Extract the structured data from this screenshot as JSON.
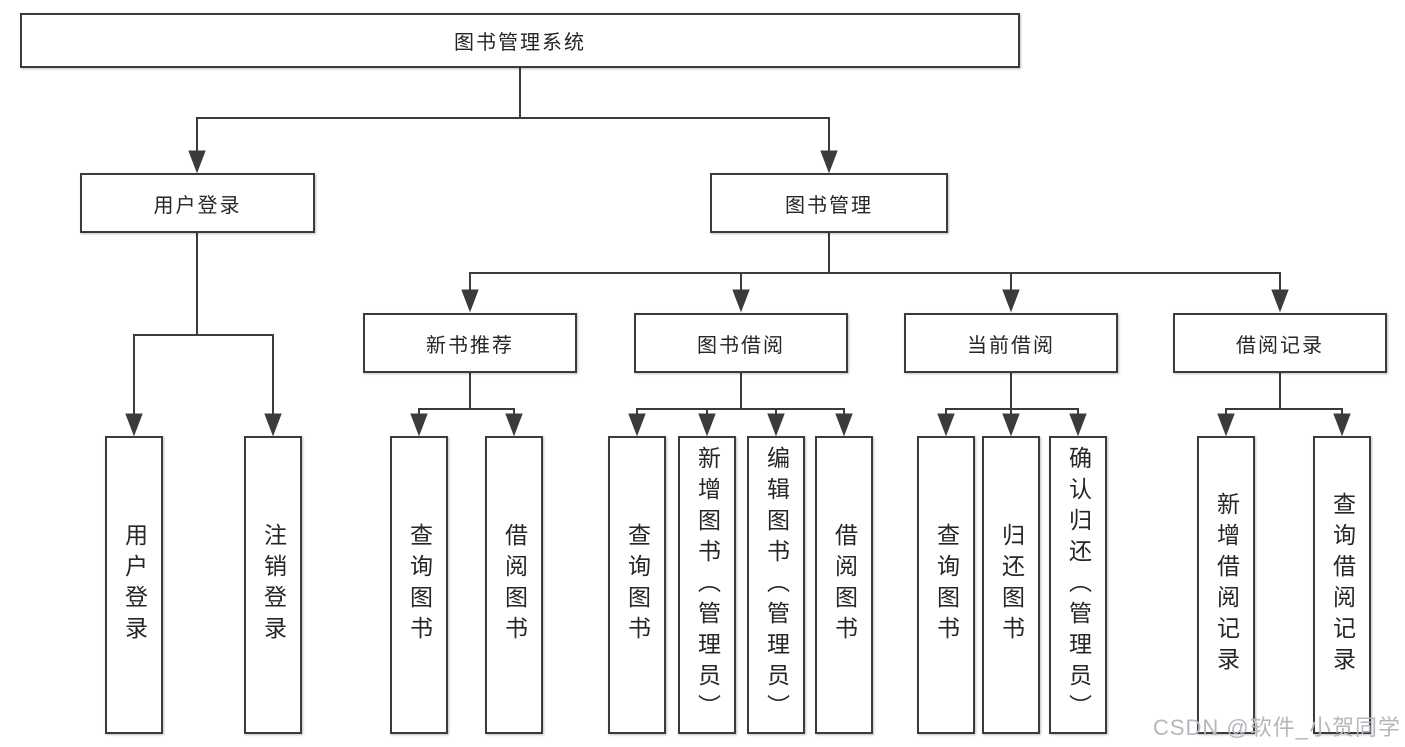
{
  "diagram": {
    "root": {
      "label": "图书管理系统"
    },
    "branches": {
      "user_login": {
        "label": "用户登录",
        "children": [
          "用户登录",
          "注销登录"
        ]
      },
      "book_management": {
        "label": "图书管理",
        "children": {
          "new_books": {
            "label": "新书推荐",
            "children": [
              "查询图书",
              "借阅图书"
            ]
          },
          "book_borrow": {
            "label": "图书借阅",
            "children": [
              "查询图书",
              "新增图书（管理员）",
              "编辑图书（管理员）",
              "借阅图书"
            ]
          },
          "current_borrow": {
            "label": "当前借阅",
            "children": [
              "查询图书",
              "归还图书",
              "确认归还（管理员）"
            ]
          },
          "borrow_records": {
            "label": "借阅记录",
            "children": [
              "新增借阅记录",
              "查询借阅记录"
            ]
          }
        }
      }
    }
  },
  "watermark": "CSDN @软件_小贺同学",
  "colors": {
    "line": "#3b3b3b",
    "text": "#262626",
    "wm": "#b3b8bd",
    "bg": "#ffffff"
  }
}
